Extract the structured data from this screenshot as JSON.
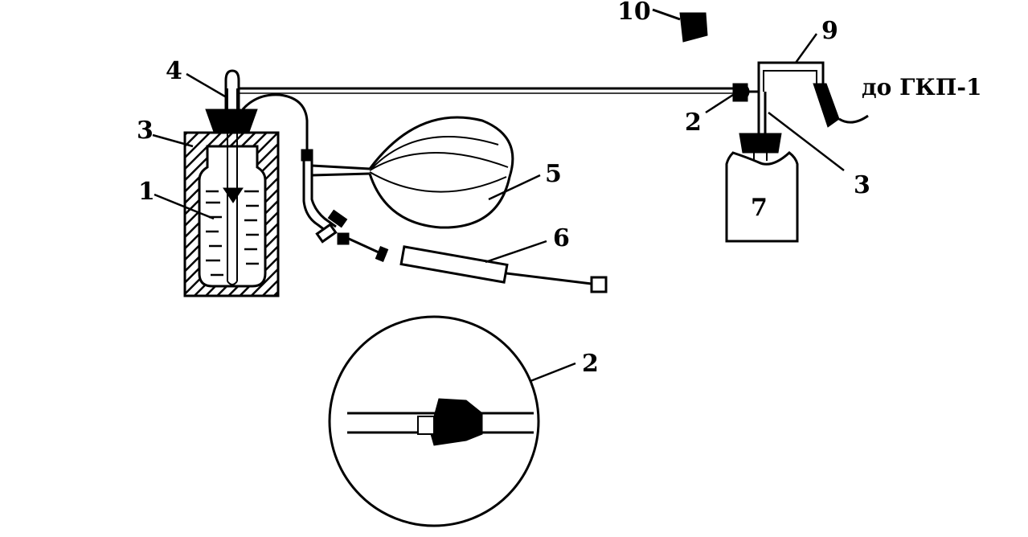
{
  "labels": {
    "jar": "1",
    "valve_main": "2",
    "valve_detail": "2",
    "vessel_left": "3",
    "tube_right": "3",
    "stopper": "4",
    "bulb": "5",
    "syringe": "6",
    "flask": "7",
    "tee": "9",
    "cap": "10",
    "destination": "до ГКП-1"
  },
  "colors": {
    "ink": "#000000",
    "background": "#ffffff"
  },
  "icons": {
    "arrow": "curved-arrow-icon",
    "valve": "valve-icon"
  }
}
